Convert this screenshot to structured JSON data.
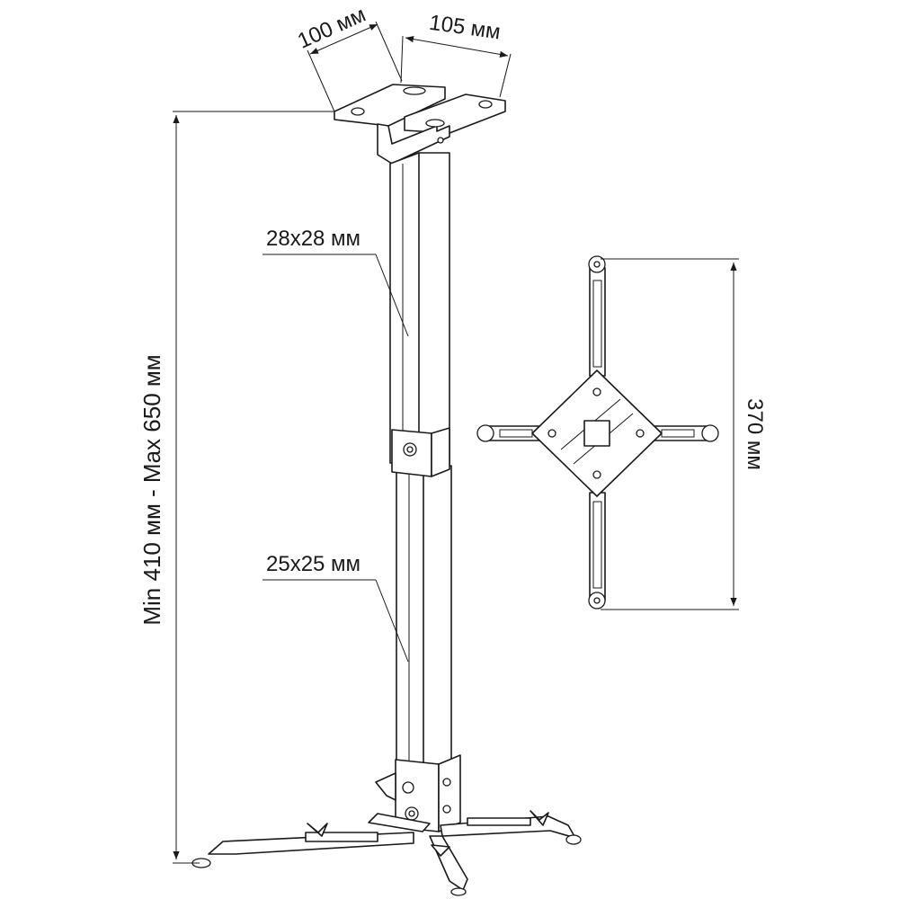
{
  "dimensions": {
    "bracket_width": "100 мм",
    "bracket_depth": "105 мм",
    "height_range": "Min 410 мм - Max 650 мм",
    "upper_tube": "28x28 мм",
    "lower_tube": "25x25 мм",
    "arm_span": "370 мм"
  },
  "colors": {
    "line": "#1a1a1a",
    "background": "#ffffff"
  }
}
